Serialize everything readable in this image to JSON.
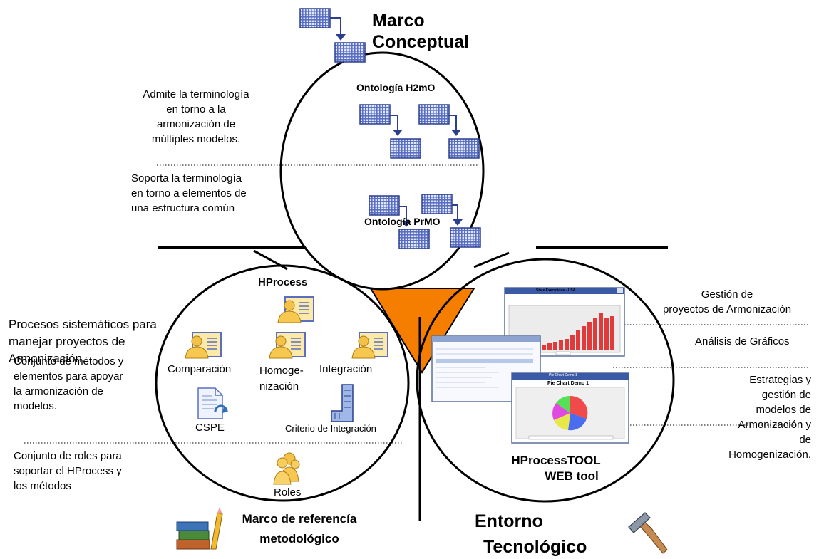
{
  "colors": {
    "ink": "#000000",
    "accent": "#f57e00",
    "node_fill": "#5a6fc0",
    "node_border": "#2c3e8e",
    "arrow": "#2c3e8e"
  },
  "top": {
    "title_lines": [
      "Marco",
      "Conceptual"
    ],
    "icon": "hierarchy-diagram-icon"
  },
  "conceptual": {
    "h2mo_label": "Ontología H2mO",
    "prmo_label": "Ontología PrMO",
    "note_h2mo": [
      "Admite la terminología",
      "en torno a la",
      "armonización de",
      "múltiples modelos."
    ],
    "note_prmo": [
      "Soporta la terminología",
      "en torno a elementos de",
      "una estructura común"
    ]
  },
  "methodology": {
    "header": "HProcess",
    "items": {
      "comparacion": "Comparación",
      "homogenizacion": [
        "Homoge-",
        "nización"
      ],
      "integracion": "Integración",
      "cspe": "CSPE",
      "criterio": "Criterio de Integración",
      "roles": "Roles"
    },
    "note_procesos": [
      "Procesos sistemáticos para",
      "manejar proyectos de",
      "Armonización."
    ],
    "note_metodos": [
      "Conjunto de métodos y",
      "elementos para apoyar",
      "la armonización de",
      "modelos."
    ],
    "note_roles": [
      "Conjunto de roles para",
      "soportar el HProcess y",
      "los métodos"
    ],
    "title_lines": [
      "Marco de referencía",
      "metodológico"
    ],
    "icon": "books-icon"
  },
  "technology": {
    "tool_lines": [
      "HProcessTOOL",
      "WEB tool"
    ],
    "note_gestion": [
      "Gestión de",
      "proyectos de Armonización"
    ],
    "note_analisis": "Análisis de Gráficos",
    "note_estrategias": [
      "Estrategias y",
      "gestión de",
      "modelos de",
      "Armonización y",
      "de",
      "Homogenización."
    ],
    "title_lines": [
      "Entorno",
      "Tecnológico"
    ],
    "icon": "hammer-icon",
    "screens": {
      "bar_chart_title": "State Executions - USA",
      "pie_chart_window": "Pie Chart Demo 1",
      "pie_chart_title": "Pie Chart Demo 1"
    }
  }
}
